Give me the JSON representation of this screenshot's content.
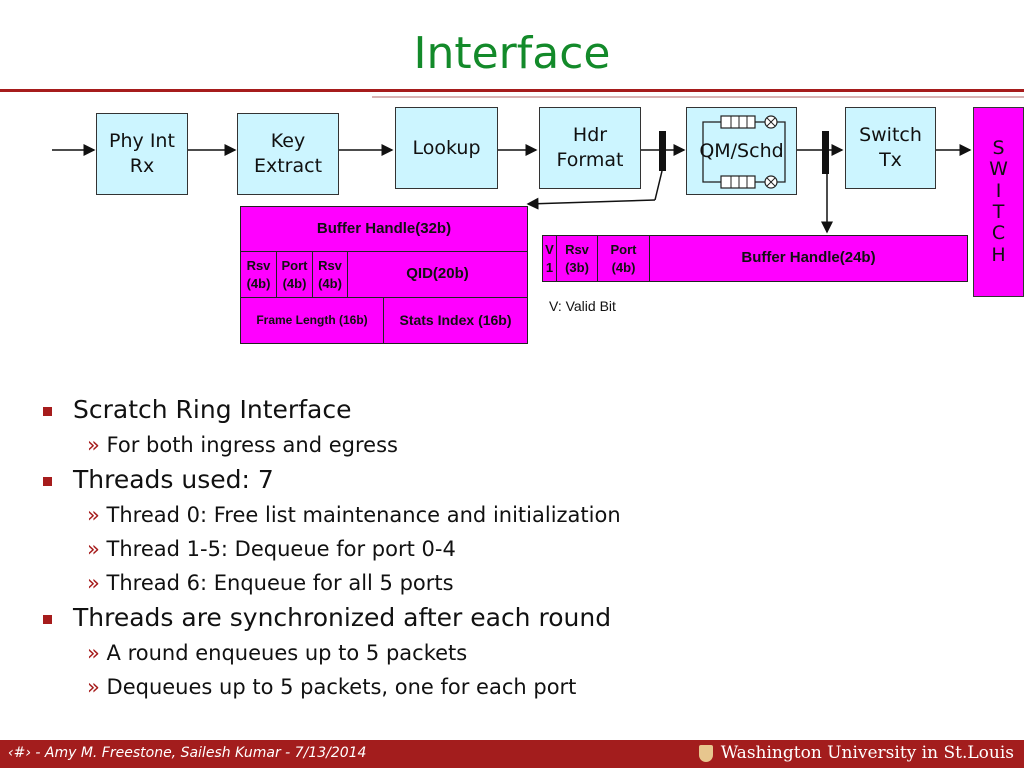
{
  "title": "Interface",
  "blocks": {
    "phy_int_rx": "Phy Int\nRx",
    "key_extract": "Key\nExtract",
    "lookup": "Lookup",
    "hdr_format": "Hdr\nFormat",
    "qm_schd": "QM/Schd",
    "switch_tx": "Switch\nTx",
    "switch": "S\nW\nI\nT\nC\nH"
  },
  "ingress_fields": {
    "buffer_handle": "Buffer Handle(32b)",
    "rsv1": "Rsv\n(4b)",
    "port": "Port\n(4b)",
    "rsv2": "Rsv\n(4b)",
    "qid": "QID(20b)",
    "frame_length": "Frame Length (16b)",
    "stats_index": "Stats Index (16b)"
  },
  "egress_fields": {
    "v": "V\n1",
    "rsv": "Rsv\n(3b)",
    "port": "Port\n(4b)",
    "buffer_handle": "Buffer Handle(24b)"
  },
  "valid_bit_note": "V: Valid Bit",
  "bullets": [
    {
      "text": "Scratch Ring Interface",
      "subs": [
        "For both ingress and egress"
      ]
    },
    {
      "text": "Threads used: 7",
      "subs": [
        "Thread 0: Free list maintenance and initialization",
        "Thread 1-5: Dequeue for port 0-4",
        "Thread 6: Enqueue for all 5 ports"
      ]
    },
    {
      "text": "Threads are synchronized after each round",
      "subs": [
        "A round enqueues up to 5 packets",
        "Dequeues up to 5 packets, one for each port"
      ]
    }
  ],
  "footer": {
    "text": "‹#› - Amy M. Freestone, Sailesh Kumar - 7/13/2014",
    "university": "Washington University in St.Louis"
  }
}
